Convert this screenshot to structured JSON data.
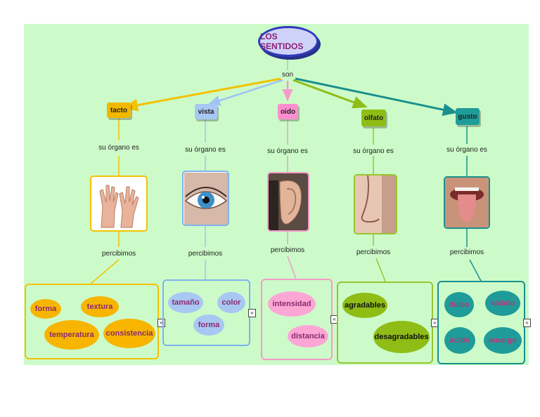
{
  "root": {
    "label": "LOS SENTIDOS"
  },
  "root_link": "son",
  "senses": [
    {
      "name": "tacto",
      "organ_link": "su órgano es",
      "percept_link": "percibimos",
      "color": "#f2b800",
      "border": "#f2c200",
      "items": [
        "forma",
        "textura",
        "temperatura",
        "consistencia"
      ],
      "item_fill": "#f7b500",
      "item_text": "#8a2a6e"
    },
    {
      "name": "vista",
      "organ_link": "su órgano es",
      "percept_link": "percibimos",
      "color": "#a8c8f4",
      "border": "#7fb2ee",
      "items": [
        "tamaño",
        "color",
        "forma"
      ],
      "item_fill": "#a9c7f3",
      "item_text": "#8a2a6e"
    },
    {
      "name": "oido",
      "organ_link": "su órgano es",
      "percept_link": "percibimos",
      "color": "#ff8ed0",
      "border": "#f59ac9",
      "items": [
        "intensidad",
        "distancia"
      ],
      "item_fill": "#fca6d6",
      "item_text": "#8a2a6e"
    },
    {
      "name": "olfato",
      "organ_link": "su órgano es",
      "percept_link": "percibimos",
      "color": "#8fbd16",
      "border": "#9ac430",
      "items": [
        "agradables",
        "desagradables"
      ],
      "item_fill": "#8fbd16",
      "item_text": "#111111"
    },
    {
      "name": "gusto",
      "organ_link": "su órgano es",
      "percept_link": "percibimos",
      "color": "#1f9c99",
      "border": "#1a8f8e",
      "items": [
        "dulce",
        "salado",
        "ácido",
        "amargo"
      ],
      "item_fill": "#1f9c99",
      "item_text": "#b3397a"
    }
  ],
  "images": [
    "hands-image",
    "eye-image",
    "ear-image",
    "nose-image",
    "tongue-image"
  ],
  "toggle_glyph": "«"
}
